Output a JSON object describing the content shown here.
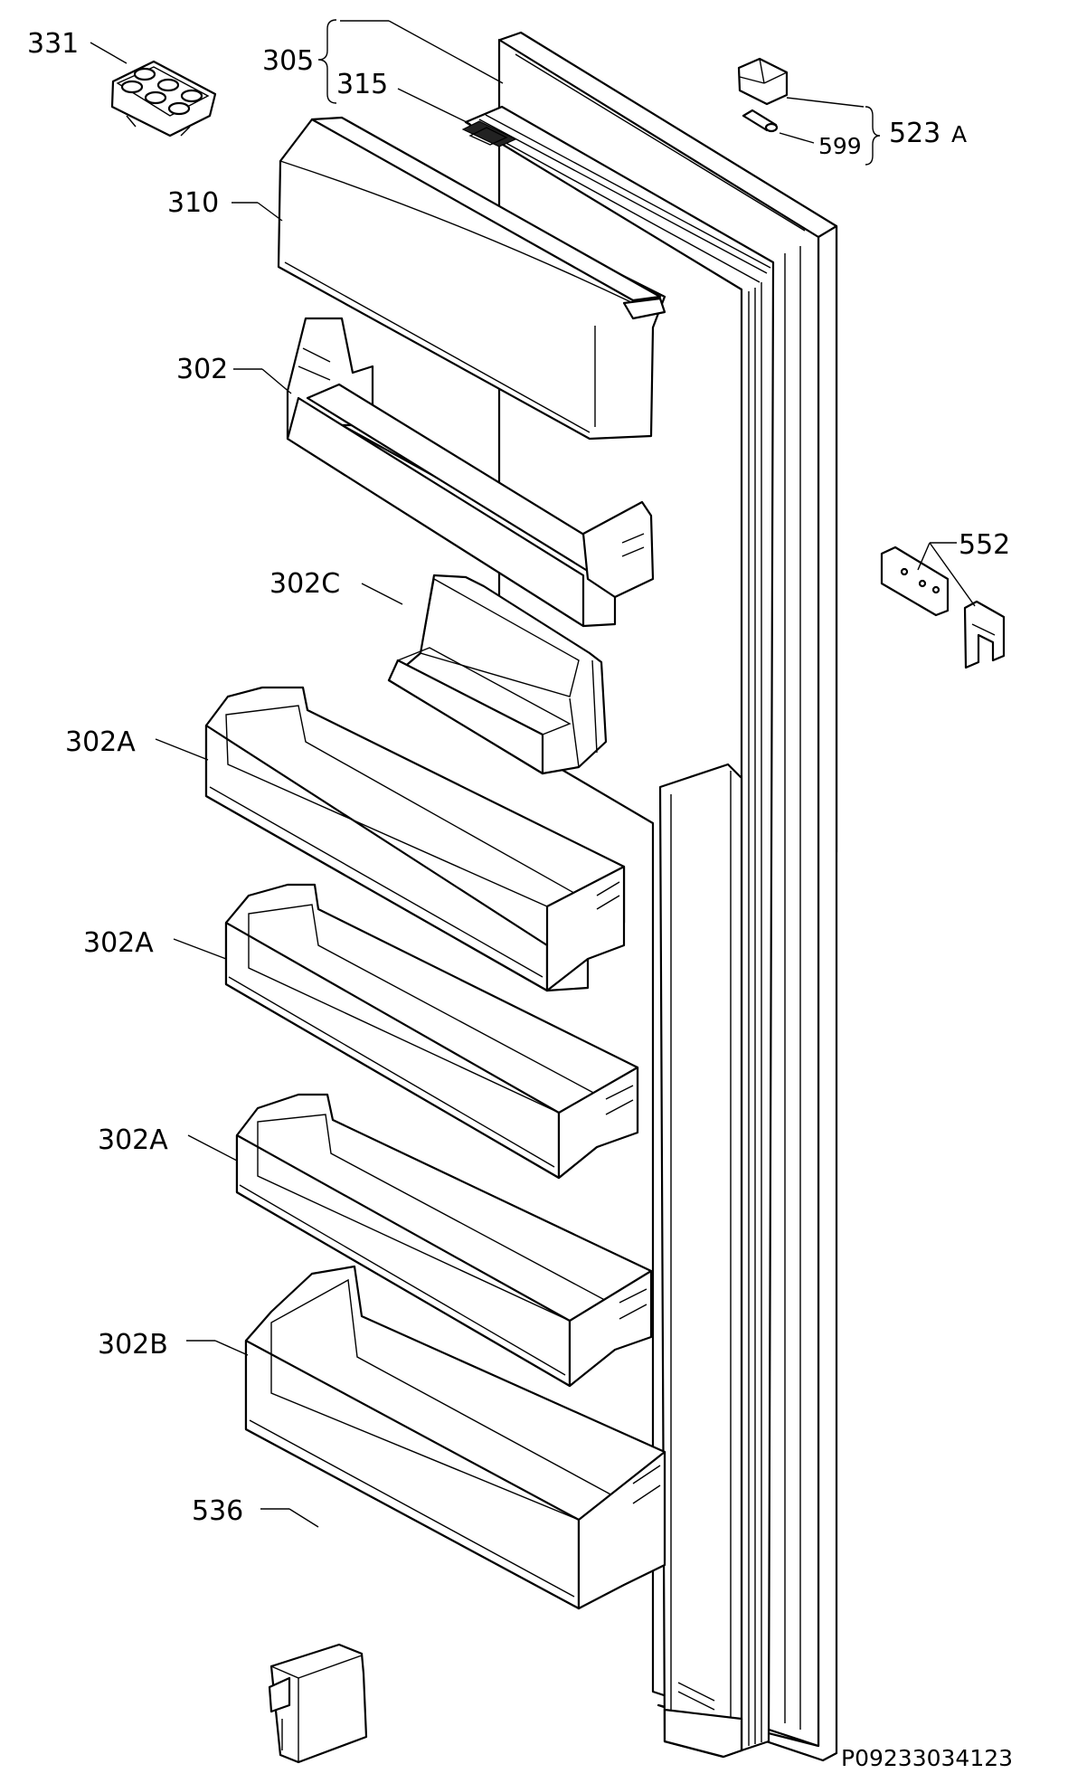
{
  "labels": {
    "l331": "331",
    "l305": "305",
    "l315": "315",
    "l310": "310",
    "l302": "302",
    "l302c": "302C",
    "l302a_1": "302A",
    "l302a_2": "302A",
    "l302a_3": "302A",
    "l302b": "302B",
    "l536": "536",
    "l552": "552",
    "l523": "523",
    "l523_suffix": "A",
    "l599": "599"
  },
  "drawing_code": "P09233034123"
}
